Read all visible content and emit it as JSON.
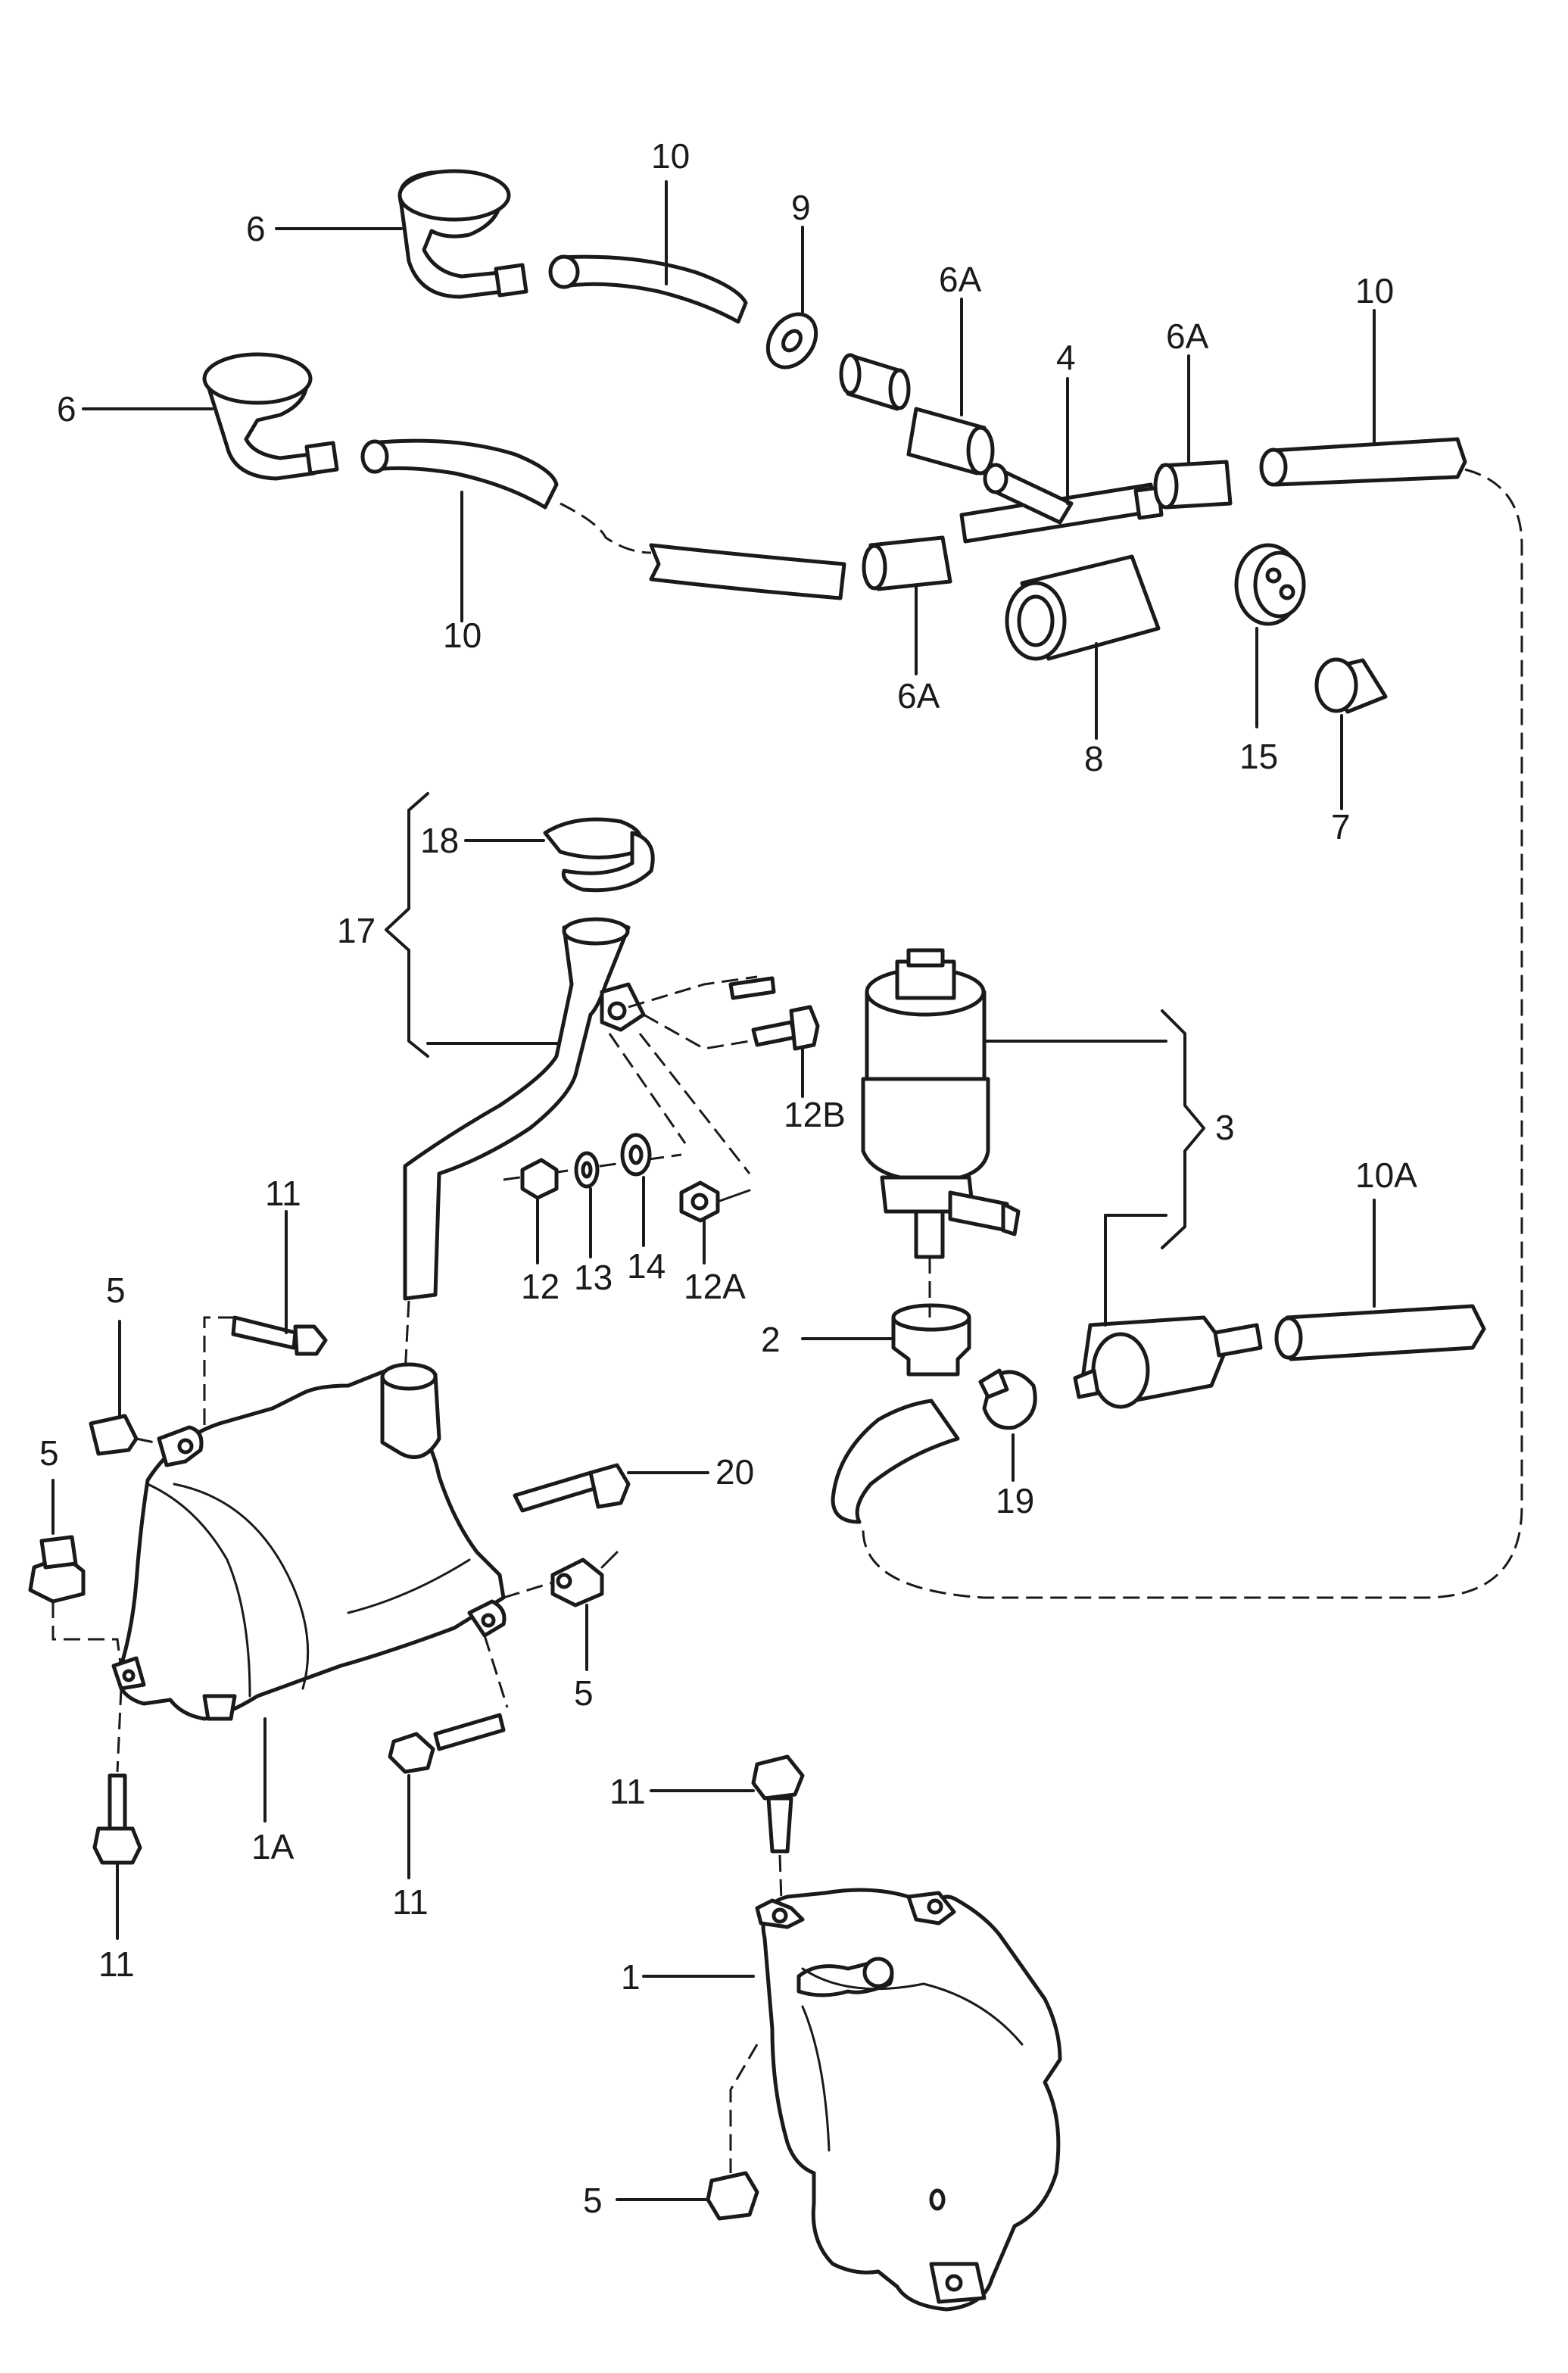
{
  "callouts": {
    "c6_top": "6",
    "c10_top_left": "10",
    "c9": "9",
    "c6A_top": "6A",
    "c4": "4",
    "c6A_top_right": "6A",
    "c10_top_right": "10",
    "c6_mid": "6",
    "c10_bottom": "10",
    "c6A_bottom": "6A",
    "c8": "8",
    "c15": "15",
    "c7": "7",
    "c18": "18",
    "c17": "17",
    "c12B": "12B",
    "c3": "3",
    "c11_left": "11",
    "c12": "12",
    "c13": "13",
    "c14": "14",
    "c12A": "12A",
    "c10A": "10A",
    "c5_a": "5",
    "c2": "2",
    "c5_b": "5",
    "c20": "20",
    "c19": "19",
    "c5_c": "5",
    "c1A": "1A",
    "c11_b": "11",
    "c11_c": "11",
    "c11_d": "11",
    "c1": "1",
    "c5_d": "5"
  }
}
